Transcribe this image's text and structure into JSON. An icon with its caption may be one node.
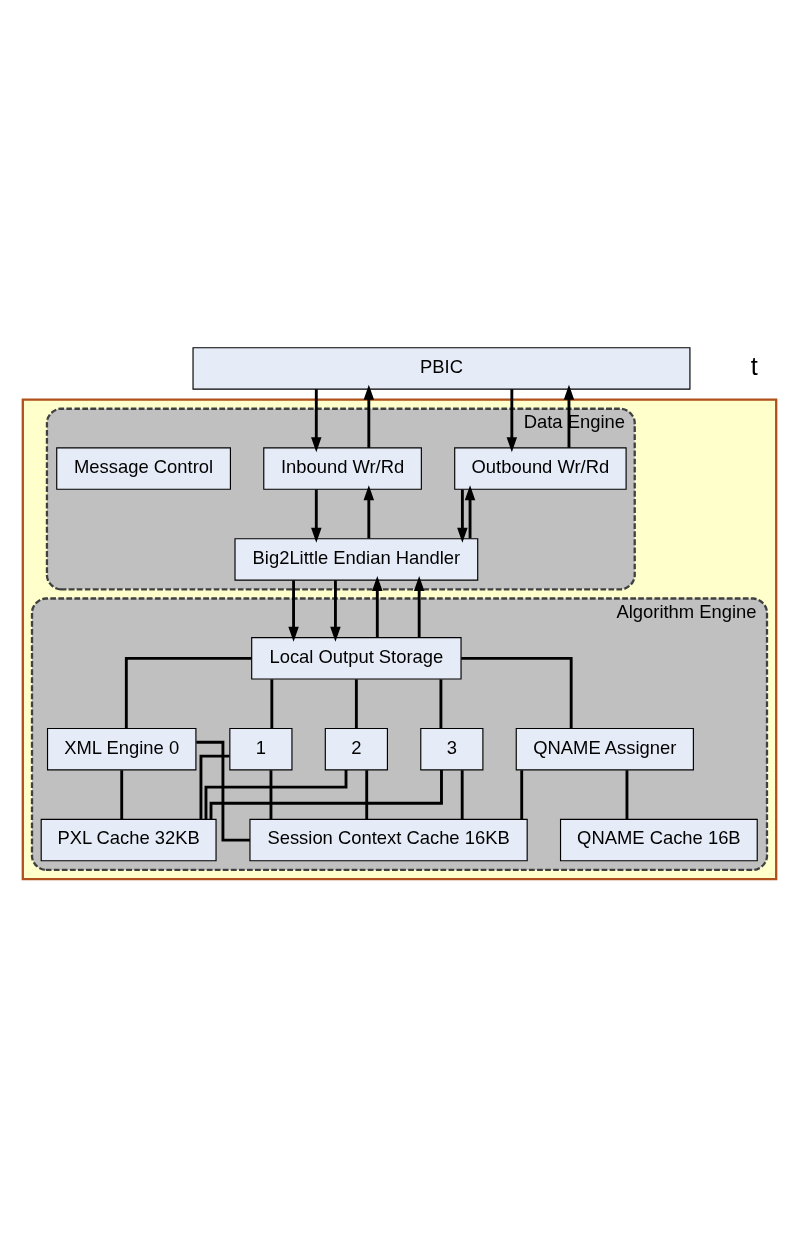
{
  "diagram": {
    "nodes": [
      {
        "text": [
          "PBIC"
        ]
      },
      {
        "text": [],
        "shape": "box"
      },
      {
        "text": [
          "Data Engine"
        ],
        "in": 1
      },
      {
        "text": [
          "Outbound Wr/Rd"
        ],
        "in": 2
      },
      {
        "text": [
          "Inbound Wr/Rd"
        ],
        "in": 2
      },
      {
        "text": [
          "Big2Little Endian Handler"
        ],
        "in": 2
      },
      {
        "text": [
          "Message Control"
        ],
        "in": 2
      },
      {
        "text": [
          "Algorithm Engine"
        ],
        "in": 1
      },
      {
        "text": [
          "Local Output Storage"
        ],
        "in": 7
      },
      {
        "text": [
          "XML Engine 0"
        ],
        "in": 7
      },
      {
        "text": [
          "1"
        ],
        "in": 7
      },
      {
        "text": [
          "2"
        ],
        "in": 7
      },
      {
        "text": [
          "3"
        ],
        "in": 7
      },
      {
        "text": [
          "QNAME Assigner"
        ],
        "in": 7
      },
      {
        "text": [
          "PXL Cache 32KB"
        ],
        "in": 7
      },
      {
        "text": [
          "Session Context Cache 16KB"
        ],
        "in": 7
      },
      {
        "text": [
          "QNAME Cache 16B"
        ],
        "in": 7
      }
    ],
    "edges": [
      {
        "from": 3,
        "to": 0,
        "arrow": "to"
      },
      {
        "from": 0,
        "to": 3,
        "arrow": "to"
      },
      {
        "from": 4,
        "to": 0,
        "arrow": "to"
      },
      {
        "from": 0,
        "to": 4,
        "arrow": "to"
      },
      {
        "from": 5,
        "to": 3,
        "arrow": "to"
      },
      {
        "from": 3,
        "to": 5,
        "arrow": "to"
      },
      {
        "from": 5,
        "to": 4,
        "arrow": "to"
      },
      {
        "from": 4,
        "to": 5,
        "arrow": "to"
      },
      {
        "from": 8,
        "to": 5,
        "arrow": "to"
      },
      {
        "from": 5,
        "to": 8,
        "arrow": "to"
      },
      {
        "from": 8,
        "to": 5,
        "arrow": "to"
      },
      {
        "from": 5,
        "to": 8,
        "arrow": "to"
      },
      {
        "from": 8,
        "to": 9,
        "arrow": "none"
      },
      {
        "from": 8,
        "to": 10,
        "arrow": "none"
      },
      {
        "from": 8,
        "to": 11,
        "arrow": "none"
      },
      {
        "from": 8,
        "to": 12,
        "arrow": "none"
      },
      {
        "from": 8,
        "to": 13,
        "arrow": "none"
      },
      {
        "from": 9,
        "to": 14,
        "arrow": "none"
      },
      {
        "from": 10,
        "to": 14,
        "arrow": "none"
      },
      {
        "from": 11,
        "to": 14,
        "arrow": "none"
      },
      {
        "from": 12,
        "to": 14,
        "arrow": "none"
      },
      {
        "from": 9,
        "to": 15,
        "arrow": "none"
      },
      {
        "from": 10,
        "to": 15,
        "arrow": "none"
      },
      {
        "from": 11,
        "to": 15,
        "arrow": "none"
      },
      {
        "from": 12,
        "to": 15,
        "arrow": "none"
      },
      {
        "from": 13,
        "to": 15,
        "arrow": "none"
      },
      {
        "from": 13,
        "to": 16,
        "arrow": "none"
      }
    ],
    "labels": [
      "t"
    ]
  }
}
